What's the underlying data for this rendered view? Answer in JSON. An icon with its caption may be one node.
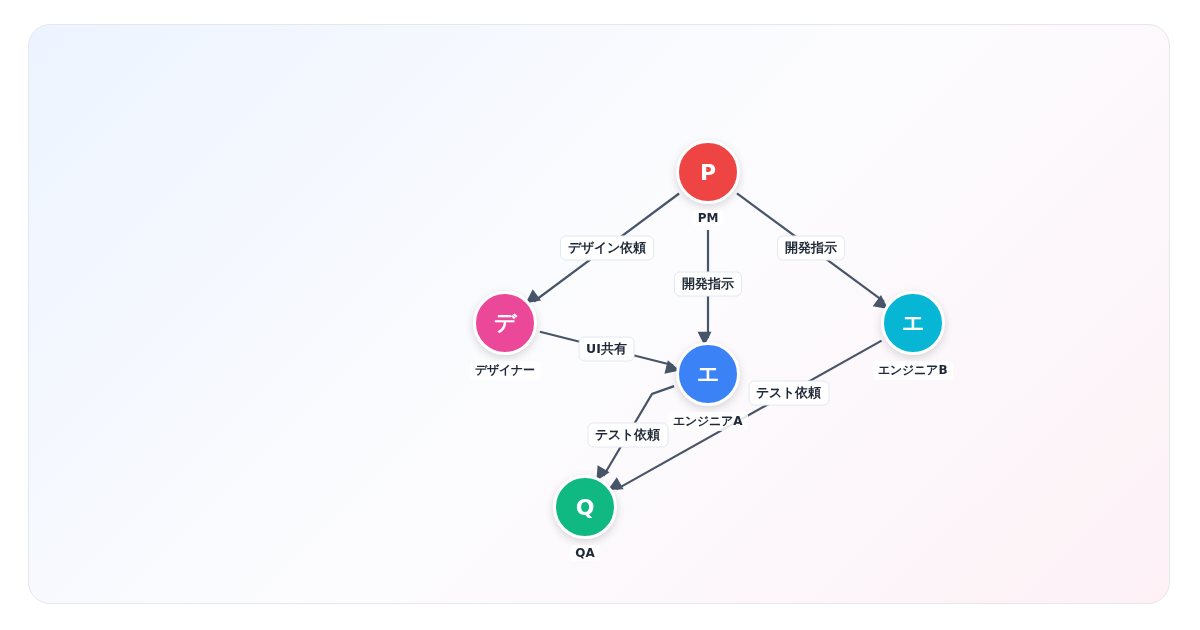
{
  "diagram": {
    "nodes": [
      {
        "text": [
          "P"
        ],
        "beside": [
          "PM"
        ]
      },
      {
        "text": [
          "デ"
        ],
        "beside": [
          "デザイナー"
        ]
      },
      {
        "text": [
          "エ"
        ],
        "beside": [
          "エンジニアB"
        ]
      },
      {
        "text": [
          "エ"
        ],
        "beside": [
          "エンジニアA"
        ]
      },
      {
        "text": [
          "Q"
        ],
        "beside": [
          "QA"
        ]
      }
    ],
    "edges": [
      {
        "from": 0,
        "to": 1,
        "arrow": "to",
        "label": "デザイン依頼"
      },
      {
        "from": 0,
        "to": 2,
        "arrow": "to",
        "label": "開発指示"
      },
      {
        "from": 0,
        "to": 3,
        "arrow": "to",
        "label": "開発指示"
      },
      {
        "from": 1,
        "to": 3,
        "arrow": "to",
        "label": "UI共有"
      },
      {
        "from": 3,
        "to": 4,
        "arrow": "to",
        "label": "テスト依頼"
      },
      {
        "from": 2,
        "to": 4,
        "arrow": "to",
        "label": "テスト依頼"
      }
    ]
  }
}
